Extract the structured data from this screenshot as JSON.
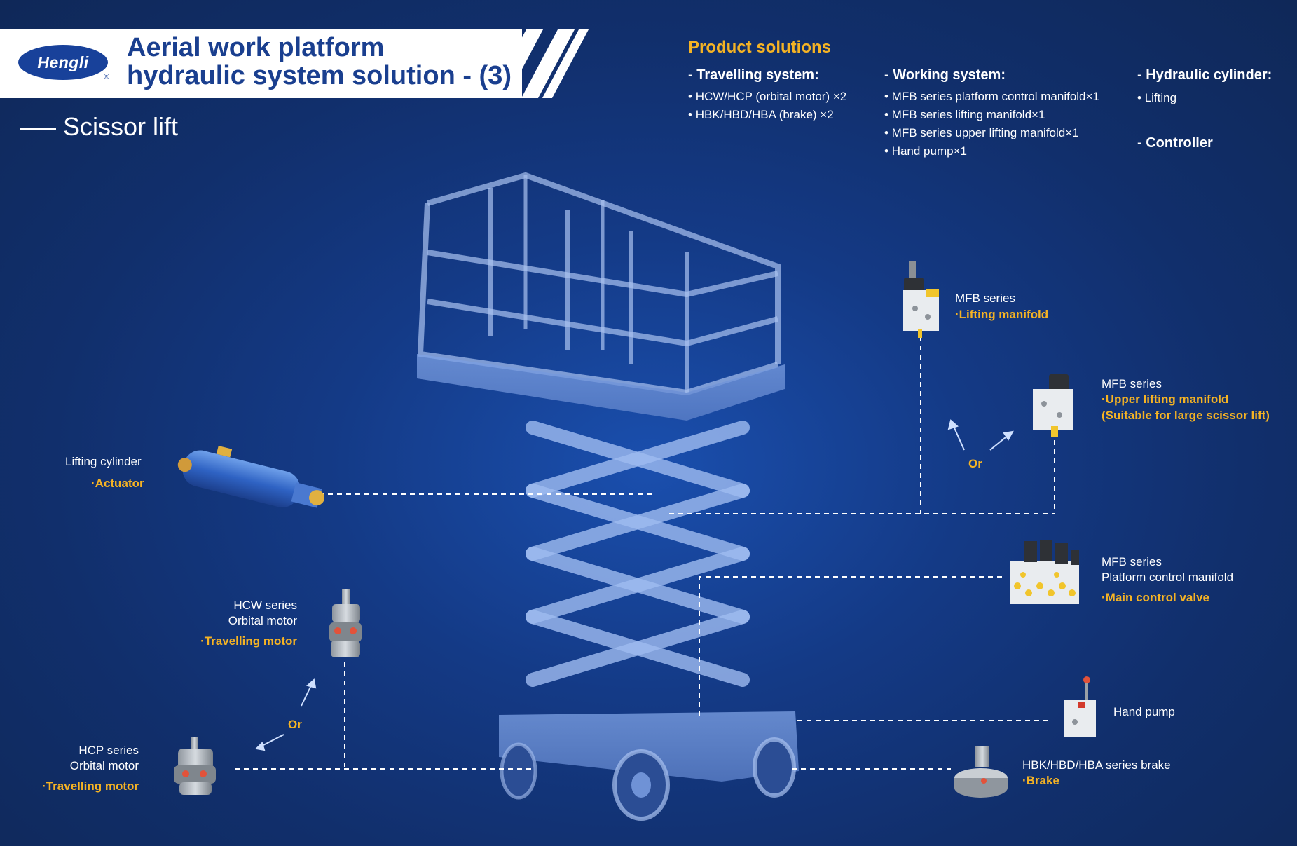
{
  "logo": {
    "text": "Hengli",
    "reg": "®"
  },
  "title": {
    "line1": "Aerial work platform",
    "line2": "hydraulic system solution - (3)"
  },
  "subtitle": "Scissor lift",
  "product_solutions": {
    "heading": "Product solutions",
    "travelling": {
      "heading": "- Travelling system:",
      "items": [
        "HCW/HCP (orbital motor) ×2",
        "HBK/HBD/HBA (brake) ×2"
      ]
    },
    "working": {
      "heading": "- Working system:",
      "items": [
        "MFB series platform control manifold×1",
        "MFB series lifting manifold×1",
        "MFB series upper lifting manifold×1",
        "Hand pump×1"
      ]
    },
    "cylinder": {
      "heading": "- Hydraulic cylinder:",
      "items": [
        "Lifting"
      ]
    },
    "controller": {
      "heading": "- Controller"
    }
  },
  "callouts": {
    "lifting_cylinder": {
      "name": "Lifting cylinder",
      "role": "·Actuator"
    },
    "hcw": {
      "series": "HCW series",
      "type": "Orbital motor",
      "role": "·Travelling motor"
    },
    "hcp": {
      "series": "HCP series",
      "type": "Orbital motor",
      "role": "·Travelling motor"
    },
    "or_left": "Or",
    "or_right": "Or",
    "mfb_lifting": {
      "series": "MFB series",
      "role": "·Lifting manifold"
    },
    "mfb_upper": {
      "series": "MFB series",
      "role": "·Upper lifting manifold",
      "note": "(Suitable for large scissor lift)"
    },
    "mfb_platform": {
      "series": "MFB series",
      "type": "Platform control manifold",
      "role": "·Main control valve"
    },
    "hand_pump": {
      "name": "Hand pump"
    },
    "brake": {
      "series": "HBK/HBD/HBA series brake",
      "role": "·Brake"
    }
  },
  "colors": {
    "accent": "#f5b324",
    "brand": "#1a3f8f",
    "background": "#133680"
  }
}
